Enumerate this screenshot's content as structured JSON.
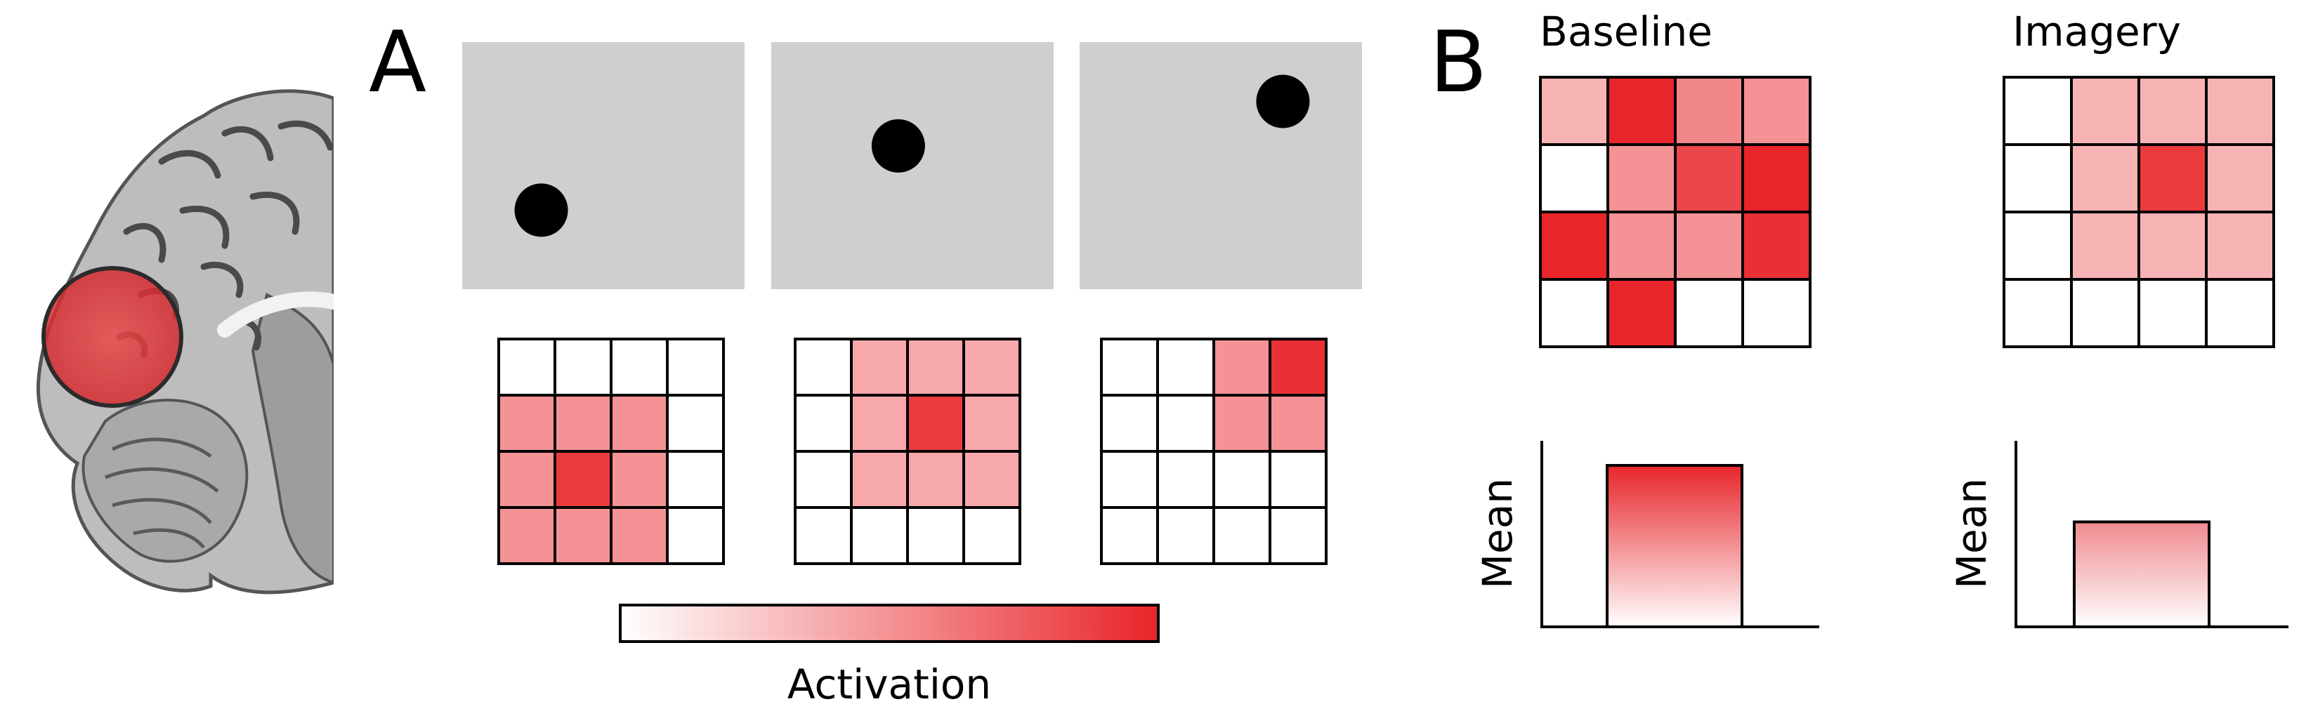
{
  "panels": {
    "a_letter": "A",
    "b_letter": "B"
  },
  "colorbar": {
    "label": "Activation",
    "low_color": "#ffffff",
    "high_color": "#e8252a"
  },
  "panel_a": {
    "stimuli": [
      {
        "dot_x": 0.28,
        "dot_y": 0.68
      },
      {
        "dot_x": 0.45,
        "dot_y": 0.42
      },
      {
        "dot_x": 0.72,
        "dot_y": 0.24
      }
    ],
    "grids": [
      [
        [
          0,
          0,
          0,
          0
        ],
        [
          0.5,
          0.5,
          0.5,
          0
        ],
        [
          0.5,
          0.9,
          0.5,
          0
        ],
        [
          0.5,
          0.5,
          0.5,
          0
        ]
      ],
      [
        [
          0,
          0.4,
          0.4,
          0.4
        ],
        [
          0,
          0.4,
          0.9,
          0.4
        ],
        [
          0,
          0.4,
          0.4,
          0.4
        ],
        [
          0,
          0,
          0,
          0
        ]
      ],
      [
        [
          0,
          0,
          0.5,
          0.95
        ],
        [
          0,
          0,
          0.5,
          0.5
        ],
        [
          0,
          0,
          0,
          0
        ],
        [
          0,
          0,
          0,
          0
        ]
      ]
    ]
  },
  "panel_b": {
    "conditions": [
      {
        "title": "Baseline",
        "grid": [
          [
            0.35,
            1.0,
            0.55,
            0.5
          ],
          [
            0,
            0.5,
            0.85,
            1.0
          ],
          [
            1.0,
            0.5,
            0.5,
            0.95
          ],
          [
            0,
            1.0,
            0,
            0
          ]
        ],
        "mean_ylabel": "Mean",
        "mean_value": 1.0
      },
      {
        "title": "Imagery",
        "grid": [
          [
            0,
            0.35,
            0.35,
            0.35
          ],
          [
            0,
            0.35,
            0.9,
            0.35
          ],
          [
            0,
            0.35,
            0.35,
            0.35
          ],
          [
            0,
            0,
            0,
            0
          ]
        ],
        "mean_ylabel": "Mean",
        "mean_value": 0.65
      }
    ]
  }
}
